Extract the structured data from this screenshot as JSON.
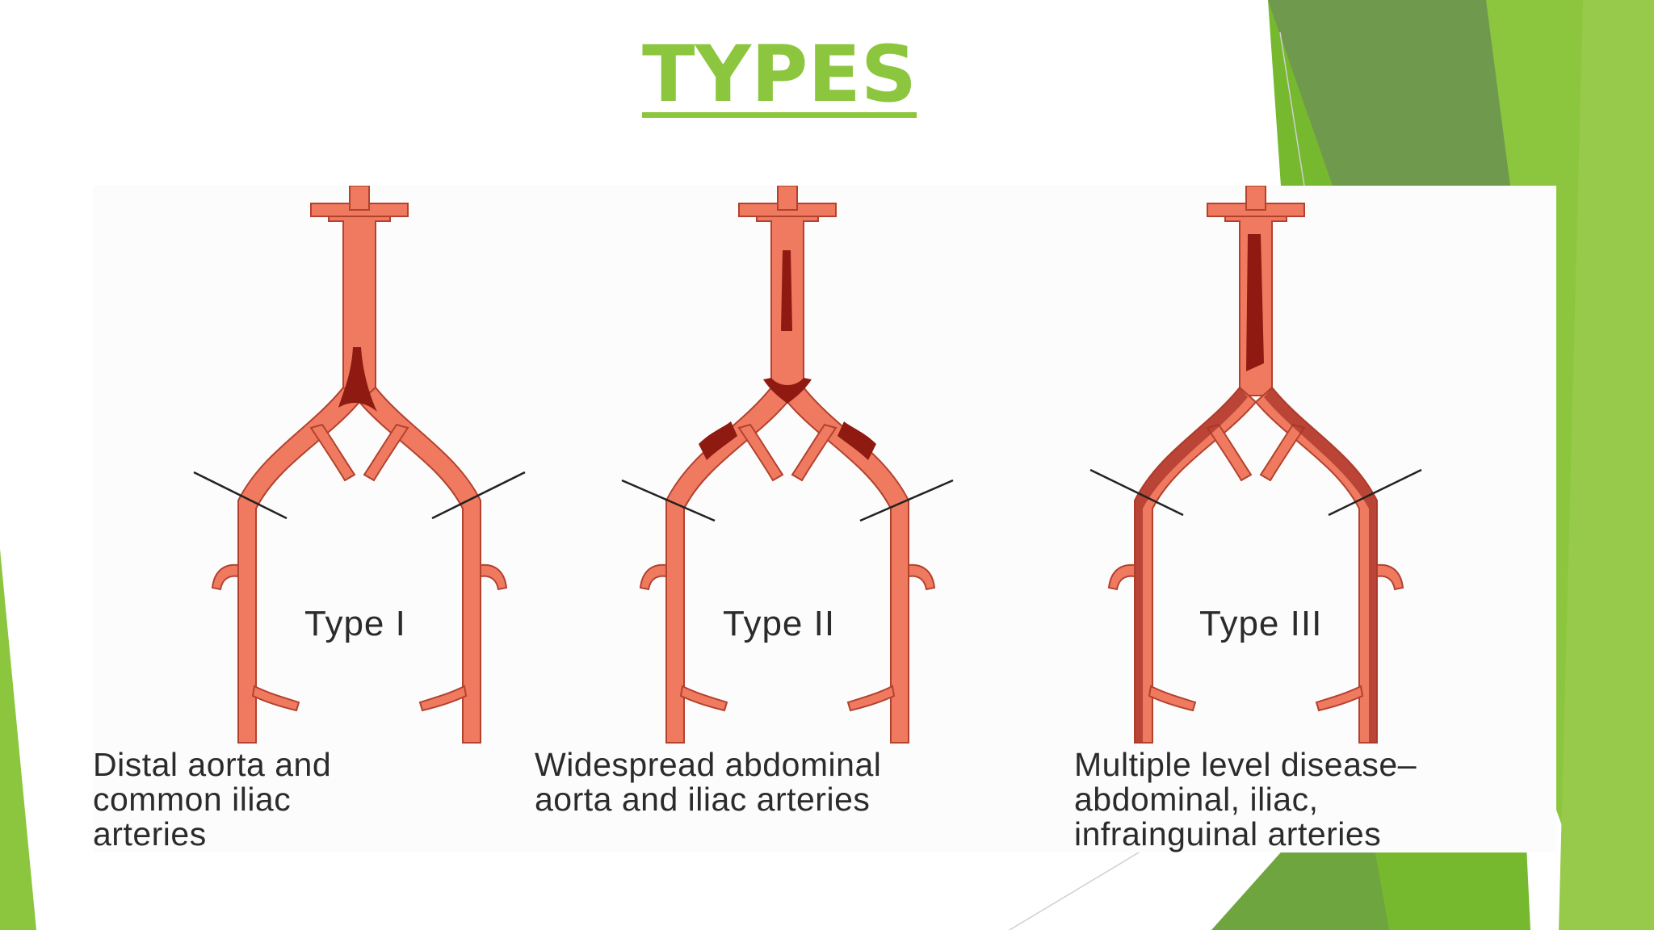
{
  "slide": {
    "title": "TYPES",
    "colors": {
      "title": "#8cc63e",
      "artery": "#f07a60",
      "artery_outline": "#b2412e",
      "plaque": "#8e1a12",
      "accent_green_light": "#8cc63e",
      "accent_green_dark": "#6f9a4e"
    }
  },
  "diagram": {
    "types": [
      {
        "label": "Type I",
        "caption": [
          "Distal aorta and",
          "common iliac",
          "arteries"
        ]
      },
      {
        "label": "Type II",
        "caption": [
          "Widespread abdominal",
          "aorta and iliac arteries"
        ]
      },
      {
        "label": "Type III",
        "caption": [
          "Multiple level disease–",
          "abdominal, iliac,",
          "infrainguinal arteries"
        ]
      }
    ]
  }
}
